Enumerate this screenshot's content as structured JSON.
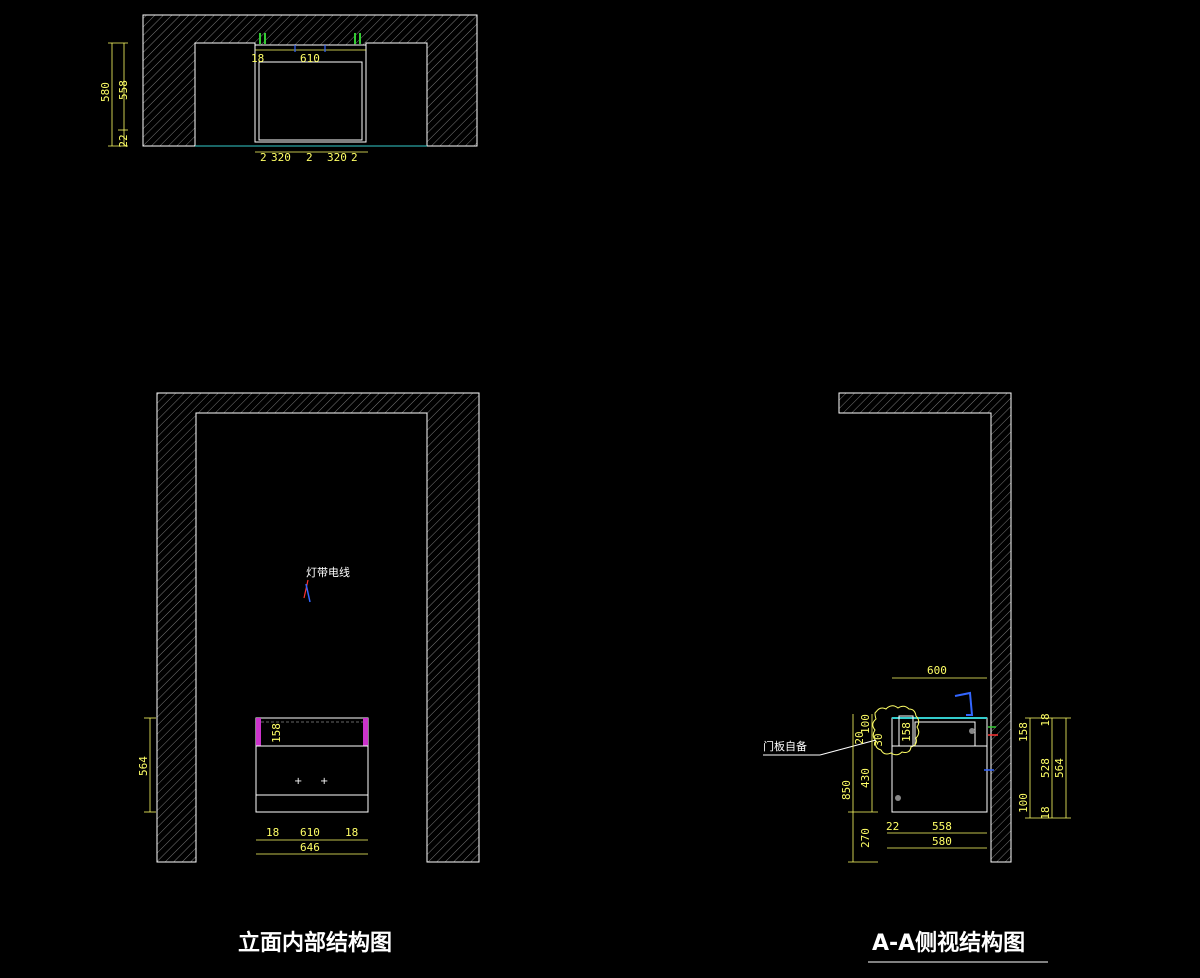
{
  "plan_view": {
    "dims_top": [
      "18",
      "610"
    ],
    "dims_left": [
      "580",
      "558",
      "22"
    ],
    "dims_bottom": [
      "2",
      "320",
      "2",
      "320",
      "2"
    ]
  },
  "elevation_view": {
    "note": "灯带电线",
    "dim_height": "564",
    "dim_drawer": "158",
    "dims_bottom": [
      "18",
      "610",
      "18"
    ],
    "dim_total": "646",
    "title": "立面内部结构图"
  },
  "section_view": {
    "dim_top": "600",
    "note": "门板自备",
    "dims_left": [
      "100",
      "20",
      "30",
      "158",
      "430",
      "850",
      "270"
    ],
    "dims_right": [
      "18",
      "158",
      "528",
      "564",
      "100",
      "18"
    ],
    "dims_bottom": [
      "22",
      "558",
      "580"
    ],
    "title": "A-A侧视结构图"
  },
  "colors": {
    "background": "#000000",
    "line": "#ffffff",
    "dimension": "#ffff66",
    "accent_magenta": "#cc33cc",
    "accent_cyan": "#33cccc",
    "accent_green": "#33cc33",
    "accent_blue": "#3366ff",
    "accent_red": "#ff3333"
  }
}
